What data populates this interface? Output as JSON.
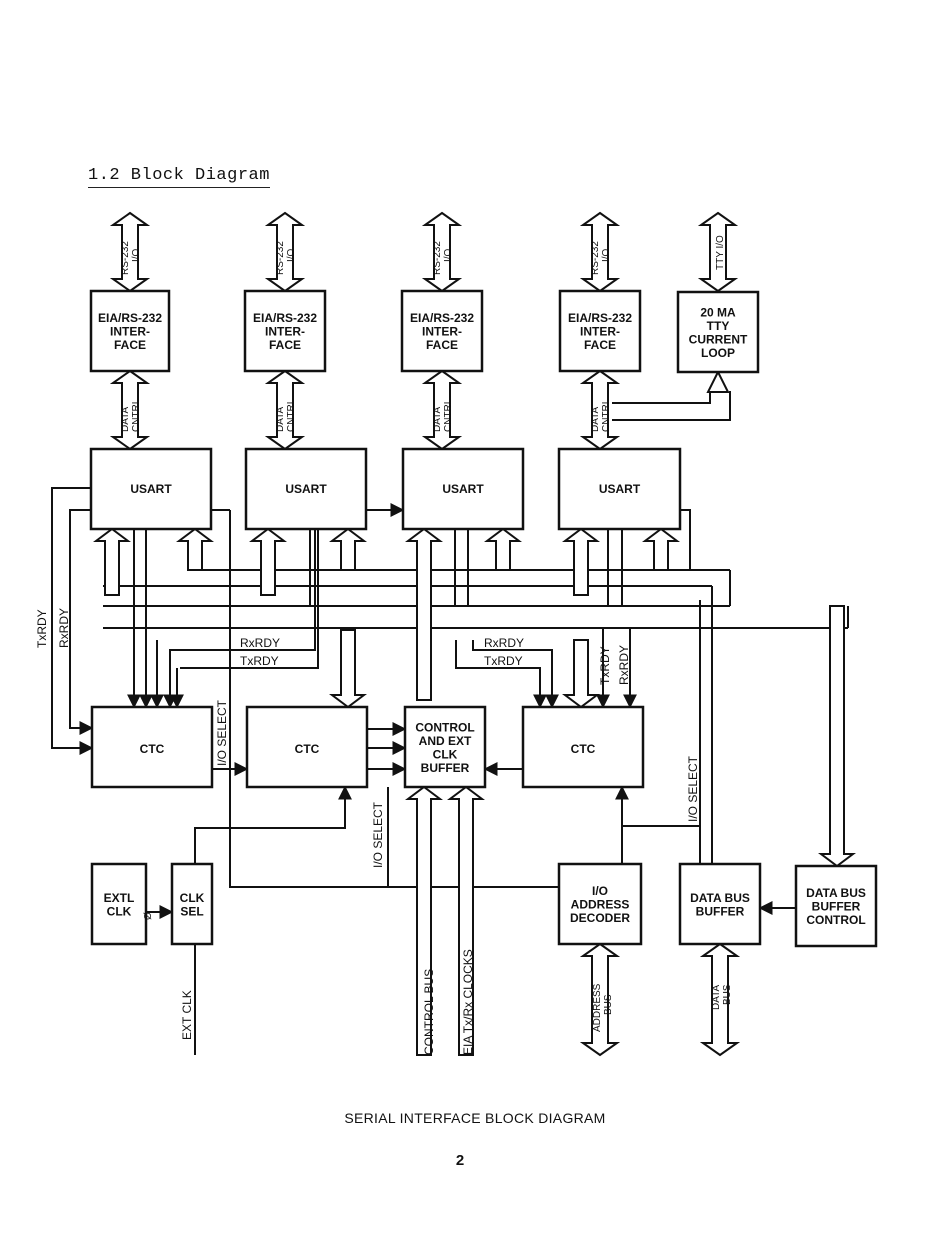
{
  "section_heading": "1.2  Block Diagram",
  "boxes": {
    "eia1": [
      "EIA/RS-232",
      "INTER-",
      "FACE"
    ],
    "eia2": [
      "EIA/RS-232",
      "INTER-",
      "FACE"
    ],
    "eia3": [
      "EIA/RS-232",
      "INTER-",
      "FACE"
    ],
    "eia4": [
      "EIA/RS-232",
      "INTER-",
      "FACE"
    ],
    "tty": [
      "20 MA",
      "TTY",
      "CURRENT",
      "LOOP"
    ],
    "usart1": [
      "USART"
    ],
    "usart2": [
      "USART"
    ],
    "usart3": [
      "USART"
    ],
    "usart4": [
      "USART"
    ],
    "ctc1": [
      "CTC"
    ],
    "ctc2": [
      "CTC"
    ],
    "ctc3": [
      "CTC"
    ],
    "control": [
      "CONTROL",
      "AND EXT",
      "CLK",
      "BUFFER"
    ],
    "extl": [
      "EXTL",
      "CLK"
    ],
    "clksel": [
      "CLK",
      "SEL"
    ],
    "ioaddr": [
      "I/O",
      "ADDRESS",
      "DECODER"
    ],
    "databuf": [
      "DATA BUS",
      "BUFFER"
    ],
    "databufctl": [
      "DATA BUS",
      "BUFFER",
      "CONTROL"
    ]
  },
  "labels": {
    "rs232_io": [
      "RS-232",
      "I/O"
    ],
    "tty_io": "TTY I/O",
    "data_cntrl": [
      "DATA",
      "CNTRL"
    ],
    "txrdy": "TxRDY",
    "rxrdy": "RxRDY",
    "io_select": "I/O SELECT",
    "phi": "Ø",
    "ext_clk": "EXT CLK",
    "control_bus": "CONTROL BUS",
    "eia_clocks": "EIA Tx/Rx CLOCKS",
    "address_bus": [
      "ADDRESS",
      "BUS"
    ],
    "data_bus": [
      "DATA",
      "BUS"
    ]
  },
  "caption": "SERIAL INTERFACE BLOCK DIAGRAM",
  "page_number": "2"
}
